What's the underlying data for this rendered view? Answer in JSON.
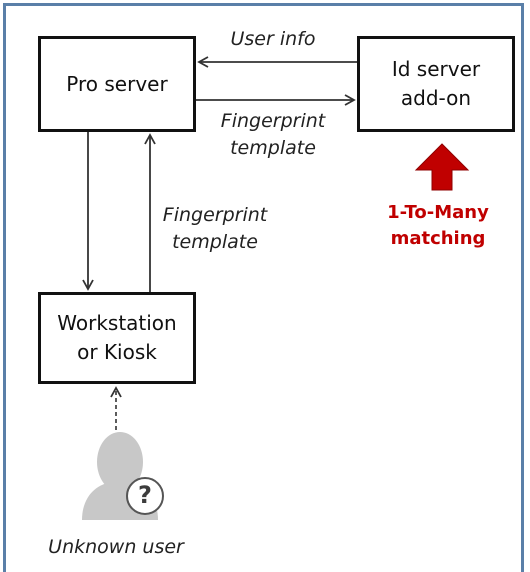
{
  "nodes": {
    "pro_server": "Pro server",
    "id_server": "Id server\nadd-on",
    "workstation": "Workstation\nor Kiosk"
  },
  "edges": {
    "user_info": "User info",
    "fingerprint_template_top": "Fingerprint\ntemplate",
    "fingerprint_template_left": "Fingerprint\ntemplate"
  },
  "callout": {
    "matching": "1-To-Many\nmatching"
  },
  "actor": {
    "label": "Unknown user",
    "badge": "?"
  },
  "colors": {
    "frame": "#5a7fa8",
    "accent_red": "#c00000",
    "user_silhouette": "#c8c8c8",
    "badge_bg": "#ffffff",
    "badge_text": "#3c3c3c"
  },
  "icons": {
    "callout_arrow": "up-arrow-icon",
    "user": "user-silhouette-icon",
    "badge": "question-mark-icon"
  }
}
